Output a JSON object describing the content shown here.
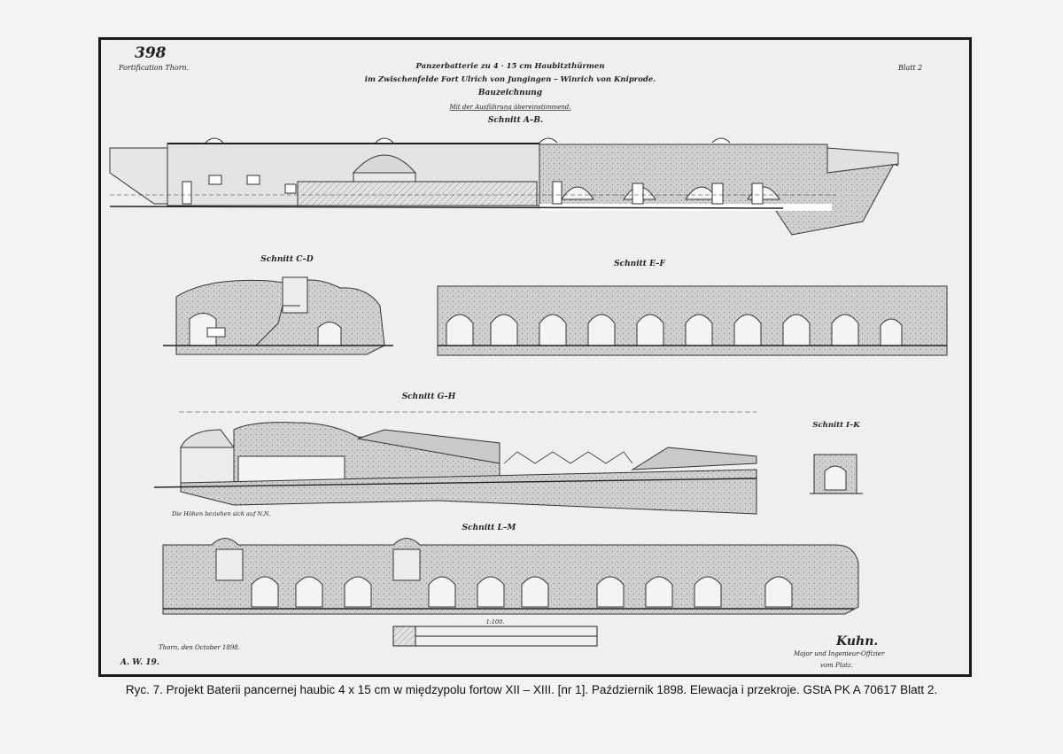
{
  "drawing": {
    "archive_number": "398",
    "office": "Fortification Thorn.",
    "sheet_label": "Blatt 2",
    "title_line1": "Panzerbatterie zu 4 · 15 cm Haubitzthürmen",
    "title_line2": "im Zwischenfelde Fort Ulrich von Jungingen – Winrich von Kniprode.",
    "title_line3": "Bauzeichnung",
    "approval_note": "Mit der Ausführung übereinstimmend.",
    "sections": {
      "ab": "Schnitt A–B.",
      "cd": "Schnitt C–D",
      "ef": "Schnitt E–F",
      "gh": "Schnitt G–H",
      "ik": "Schnitt I–K",
      "lm": "Schnitt L–M"
    },
    "gh_note": "Die Höhen beziehen sich auf N.N.",
    "scale_label": "1:100.",
    "place_date": "Thorn, den  October 1898.",
    "registry_mark": "A. W. 19.",
    "signature": "Kuhn.",
    "signer_line1": "Major und Ingenieur-Offizier",
    "signer_line2": "vom Platz."
  },
  "caption": "Ryc. 7. Projekt Baterii pancernej haubic 4 x 15 cm w międzypolu fortow XII – XIII. [nr 1]. Październik 1898. Elewacja i przekroje. GStA PK A 70617 Blatt 2.",
  "colors": {
    "ink": "#1a1a1a",
    "earth_fill": "#cfcfcf",
    "paper": "#efefef",
    "page_background": "#f3f3f3"
  }
}
